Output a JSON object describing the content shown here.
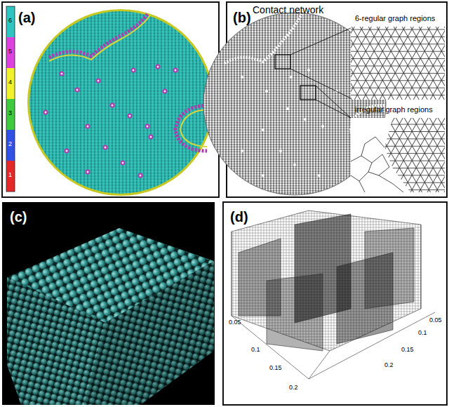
{
  "diagram": {
    "labels": [
      "(a)",
      "6",
      "5",
      "4",
      "3",
      "2",
      "1",
      "(b)",
      "Contact network",
      "6-regular graph regions",
      "irregular graph regions",
      "(c)",
      "(d)",
      "0.05",
      "0.1",
      "0.15",
      "0.2",
      "0.05",
      "0.1",
      "0.15",
      "0.2"
    ]
  }
}
